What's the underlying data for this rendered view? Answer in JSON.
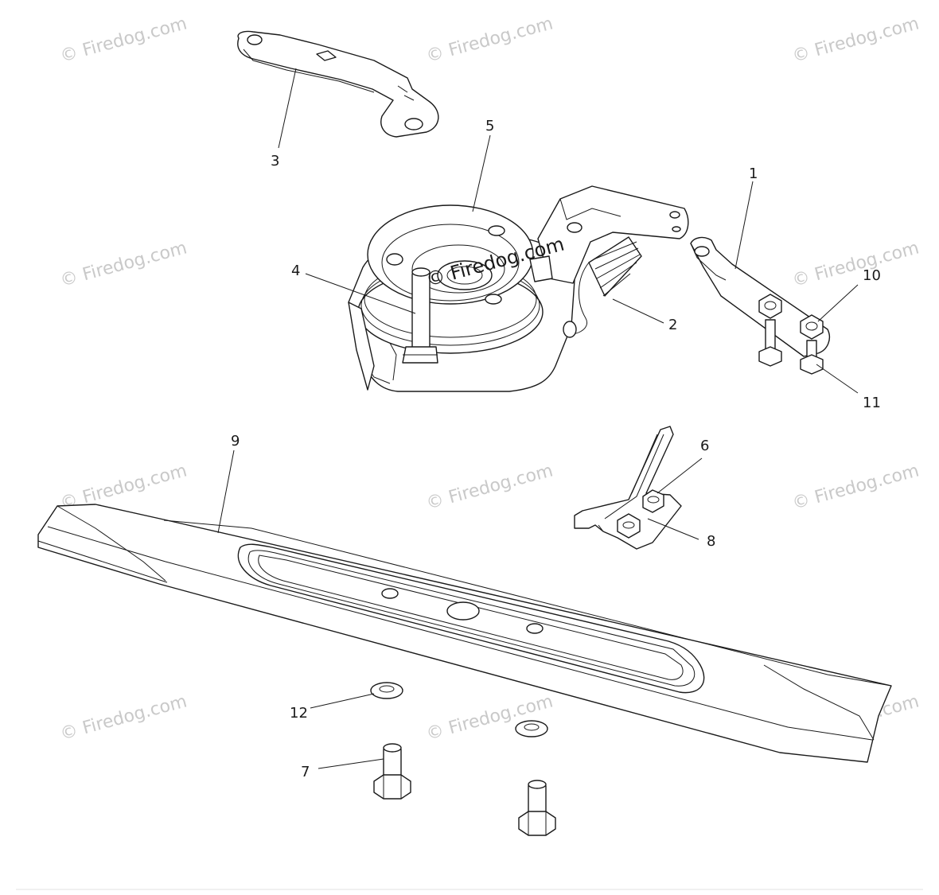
{
  "watermark_text": "© Firedog.com",
  "colors": {
    "line": "#1a1a1a",
    "watermark": "#c9c9c9",
    "background": "#ffffff"
  },
  "callouts": [
    {
      "id": "1",
      "label": "1"
    },
    {
      "id": "2",
      "label": "2"
    },
    {
      "id": "3",
      "label": "3"
    },
    {
      "id": "4",
      "label": "4"
    },
    {
      "id": "5",
      "label": "5"
    },
    {
      "id": "6",
      "label": "6"
    },
    {
      "id": "7",
      "label": "7"
    },
    {
      "id": "8",
      "label": "8"
    },
    {
      "id": "9",
      "label": "9"
    },
    {
      "id": "10",
      "label": "10"
    },
    {
      "id": "11",
      "label": "11"
    },
    {
      "id": "12",
      "label": "12"
    }
  ]
}
